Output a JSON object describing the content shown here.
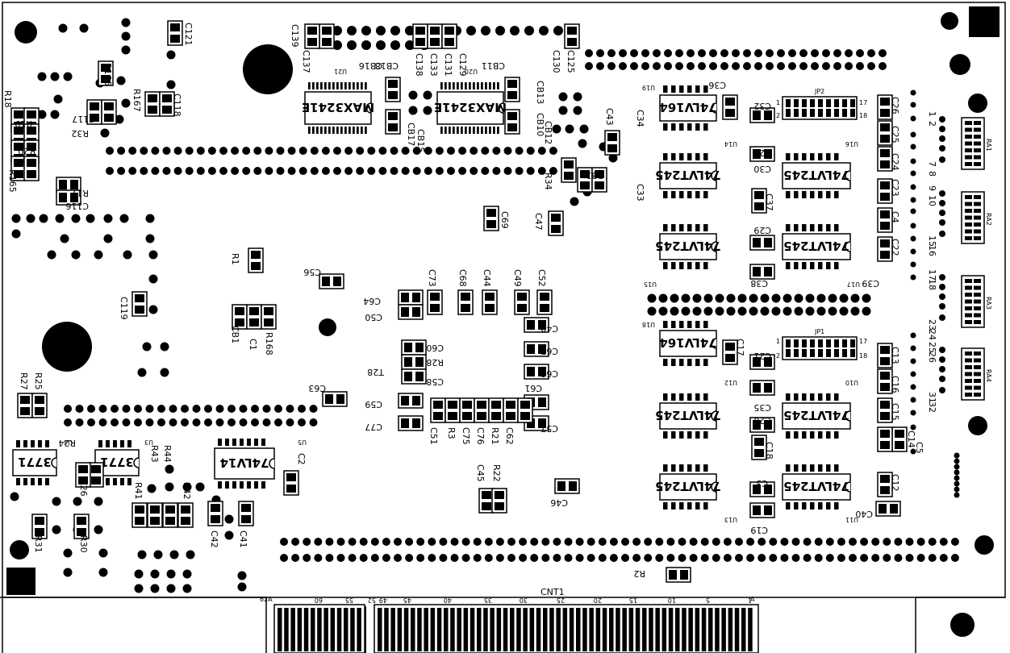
{
  "connector": {
    "name": "CNT1",
    "pin_a": "A",
    "pin_62a": "62A",
    "pin_numbers": [
      "1",
      "5",
      "10",
      "15",
      "20",
      "25",
      "30",
      "35",
      "40",
      "45",
      "49",
      "52",
      "55",
      "60"
    ]
  },
  "chips": [
    {
      "id": "U21",
      "part": "MAX3241E"
    },
    {
      "id": "U20",
      "part": "MAX3241E"
    },
    {
      "id": "U19",
      "part": "74LV164"
    },
    {
      "id": "U18",
      "part": "74LV164"
    },
    {
      "id": "U14",
      "part": "74LVT245"
    },
    {
      "id": "U16",
      "part": "74LVT245"
    },
    {
      "id": "U15",
      "part": "74LVT245"
    },
    {
      "id": "U17",
      "part": "74LVT245"
    },
    {
      "id": "U12",
      "part": "74LVT245"
    },
    {
      "id": "U10",
      "part": "74LVT245"
    },
    {
      "id": "U13",
      "part": "74LVT245"
    },
    {
      "id": "U11",
      "part": "74LVT245"
    },
    {
      "id": "U4",
      "part": "3771"
    },
    {
      "id": "U3",
      "part": "3771"
    },
    {
      "id": "U5",
      "part": "74LV14"
    }
  ],
  "headers": [
    {
      "id": "JP2",
      "pins": [
        "1",
        "2",
        "17",
        "18"
      ]
    },
    {
      "id": "JP1",
      "pins": [
        "1",
        "2",
        "17",
        "18"
      ]
    }
  ],
  "resistor_arrays": [
    {
      "id": "RA1",
      "pins": [
        "1",
        "2",
        "7",
        "8"
      ]
    },
    {
      "id": "RA2",
      "pins": [
        "9",
        "10",
        "15",
        "16"
      ]
    },
    {
      "id": "RA3",
      "pins": [
        "17",
        "18",
        "23",
        "24"
      ]
    },
    {
      "id": "RA4",
      "pins": [
        "25",
        "26",
        "31",
        "32"
      ]
    }
  ],
  "designators": [
    "C121",
    "C139",
    "C137",
    "C138",
    "C133",
    "C131",
    "C129",
    "C130",
    "C125",
    "CB16",
    "CB18",
    "CB11",
    "CB13",
    "CB15",
    "CB17",
    "CB10",
    "CB12",
    "R166",
    "R18",
    "R19",
    "R20",
    "R165",
    "R167",
    "R32",
    "C117",
    "C118",
    "R17",
    "C116",
    "C119",
    "R1",
    "C56",
    "CB1",
    "C1",
    "R168",
    "C43",
    "C34",
    "C33",
    "R34",
    "R33",
    "C69",
    "C47",
    "C36",
    "C32",
    "C26",
    "C25",
    "C24",
    "C23",
    "C4",
    "C22",
    "C28",
    "C30",
    "C37",
    "C29",
    "C38",
    "C39",
    "C73",
    "C68",
    "C44",
    "C49",
    "C52",
    "C64",
    "C50",
    "C48",
    "C60",
    "R28",
    "T28",
    "C58",
    "C67",
    "C66",
    "C61",
    "C59",
    "C77",
    "C51",
    "R3",
    "C75",
    "C76",
    "R21",
    "C62",
    "C57",
    "C63",
    "C45",
    "R22",
    "C46",
    "C17",
    "C21",
    "C13",
    "C16",
    "C15",
    "C35",
    "C20",
    "C18",
    "C14",
    "C5",
    "C3",
    "C19",
    "C12",
    "C40",
    "R25",
    "R27",
    "R24",
    "R26",
    "R43",
    "R44",
    "R41",
    "R42",
    "C2",
    "C42",
    "C41",
    "R31",
    "R30",
    "R2"
  ]
}
